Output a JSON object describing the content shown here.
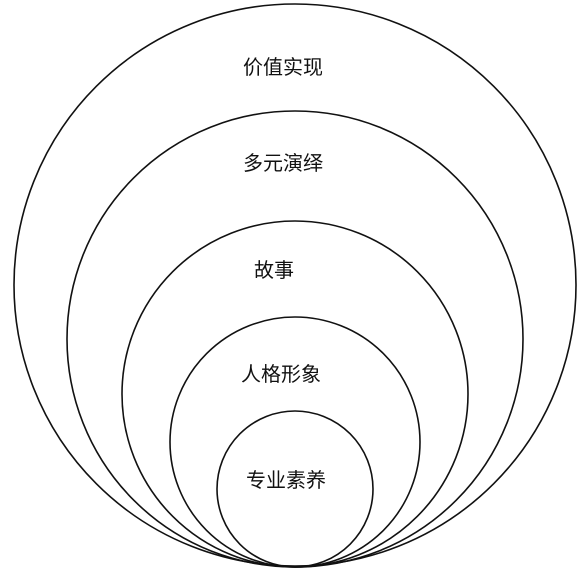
{
  "diagram": {
    "rings": [
      {
        "label": "价值实现"
      },
      {
        "label": "多元演绎"
      },
      {
        "label": "故事"
      },
      {
        "label": "人格形象"
      },
      {
        "label": "专业素养"
      }
    ],
    "colors": {
      "stroke": "#111111",
      "text": "#111111",
      "background": "#ffffff"
    }
  }
}
